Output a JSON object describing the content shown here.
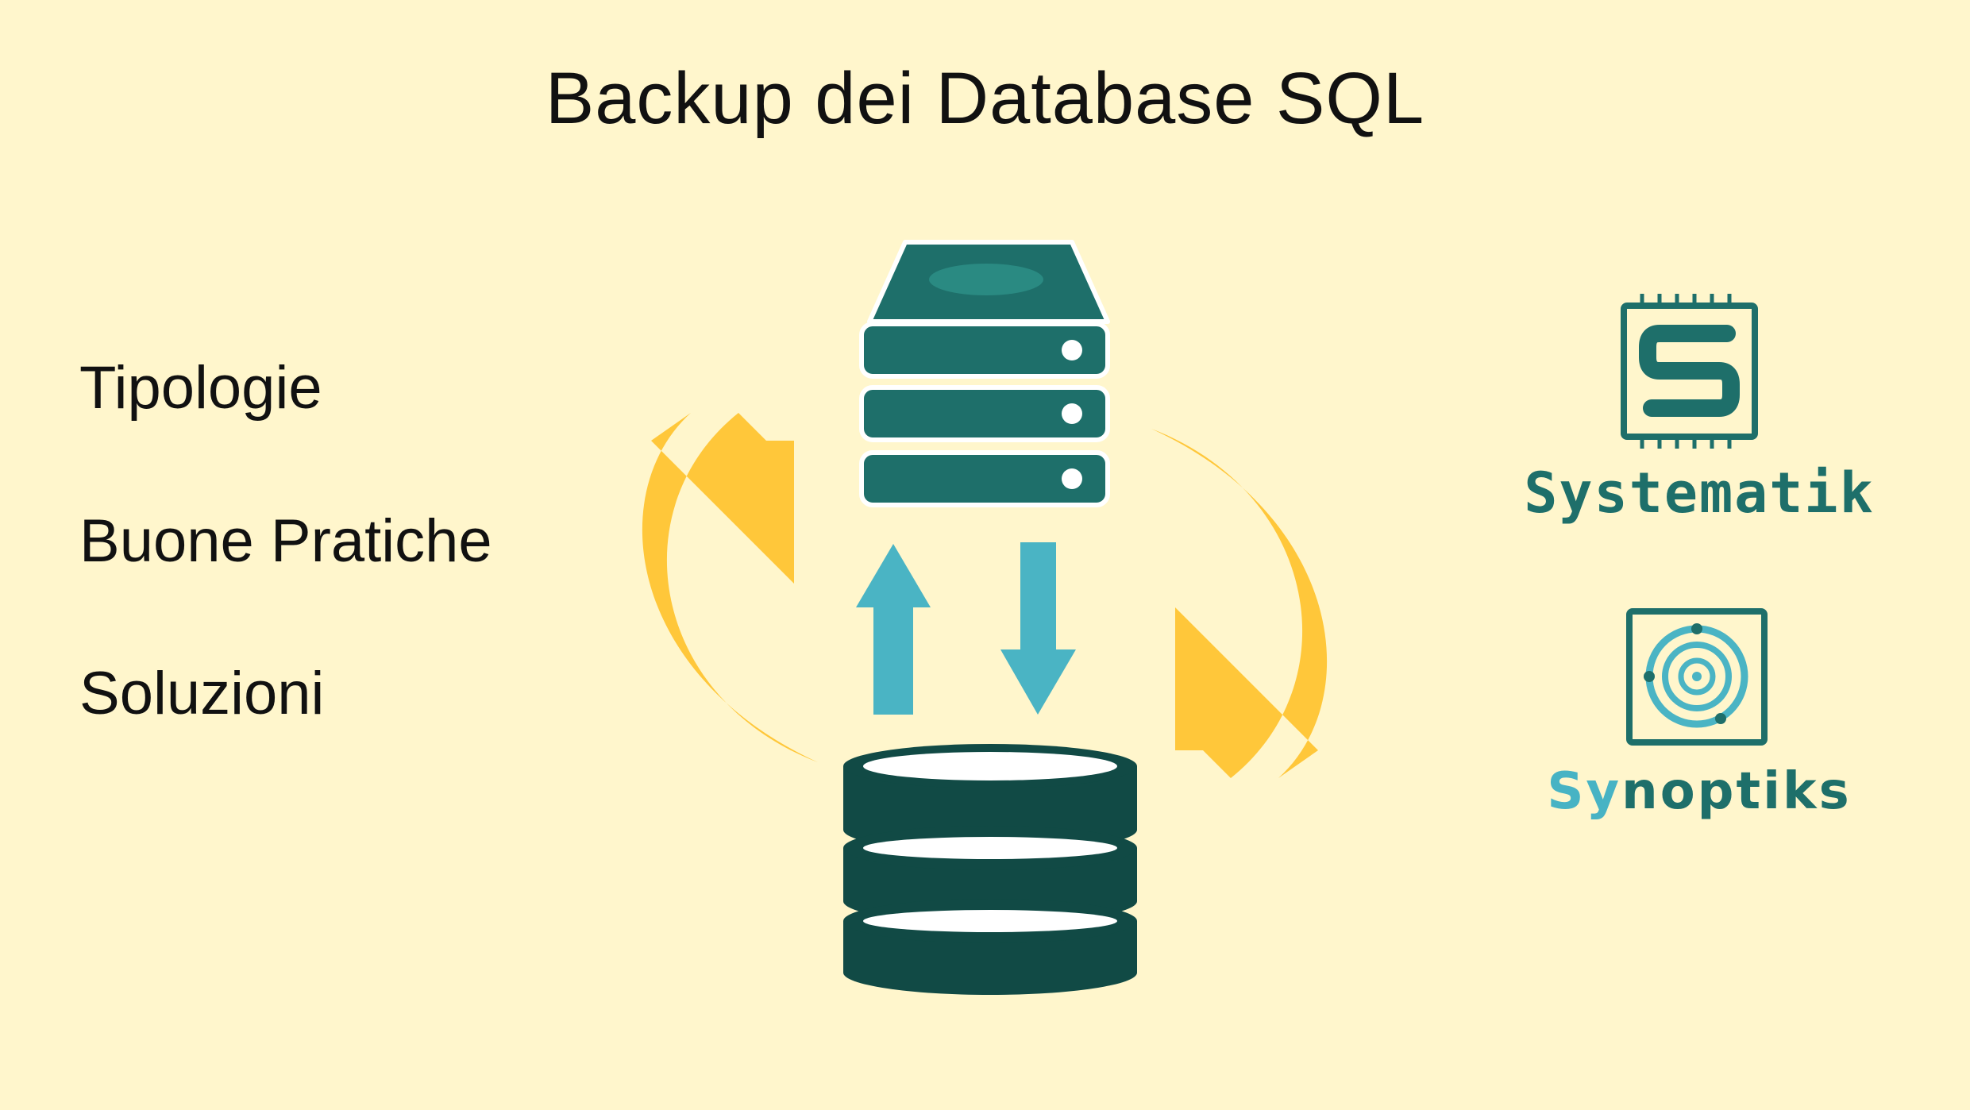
{
  "title": "Backup dei Database SQL",
  "topics": [
    "Tipologie",
    "Buone Pratiche",
    "Soluzioni"
  ],
  "brands": {
    "systematik": "Systematik",
    "synoptiks_prefix": "Sy",
    "synoptiks_rest": "noptiks"
  },
  "colors": {
    "background": "#fff6cc",
    "server": "#1e6f6a",
    "database": "#114a45",
    "cycle_arrow": "#ffc73a",
    "transfer_arrow": "#4ab4c4"
  },
  "icons": [
    "server-icon",
    "database-icon",
    "cycle-arrow-icon",
    "upload-arrow-icon",
    "download-arrow-icon",
    "systematik-logo-icon",
    "synoptiks-logo-icon"
  ]
}
